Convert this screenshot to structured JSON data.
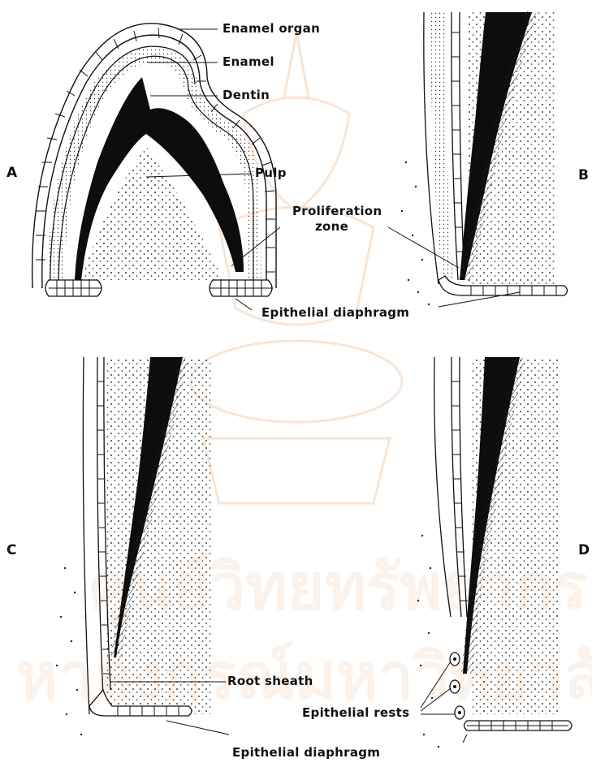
{
  "figure": {
    "panels": [
      {
        "id": "A"
      },
      {
        "id": "B"
      },
      {
        "id": "C"
      },
      {
        "id": "D"
      }
    ],
    "labels": {
      "enamel_organ": "Enamel organ",
      "enamel": "Enamel",
      "dentin": "Dentin",
      "pulp": "Pulp",
      "proliferation_line1": "Proliferation",
      "proliferation_line2": "zone",
      "epithelial_diaphragm_top": "Epithelial diaphragm",
      "root_sheath": "Root sheath",
      "epithelial_rests": "Epithelial rests",
      "epithelial_diaphragm_bottom": "Epithelial diaphragm"
    },
    "panel_letters": {
      "a": "A",
      "b": "B",
      "c": "C",
      "d": "D"
    },
    "colors": {
      "ink": "#111111",
      "watermark": "#f2c7a6",
      "background": "#ffffff"
    }
  }
}
